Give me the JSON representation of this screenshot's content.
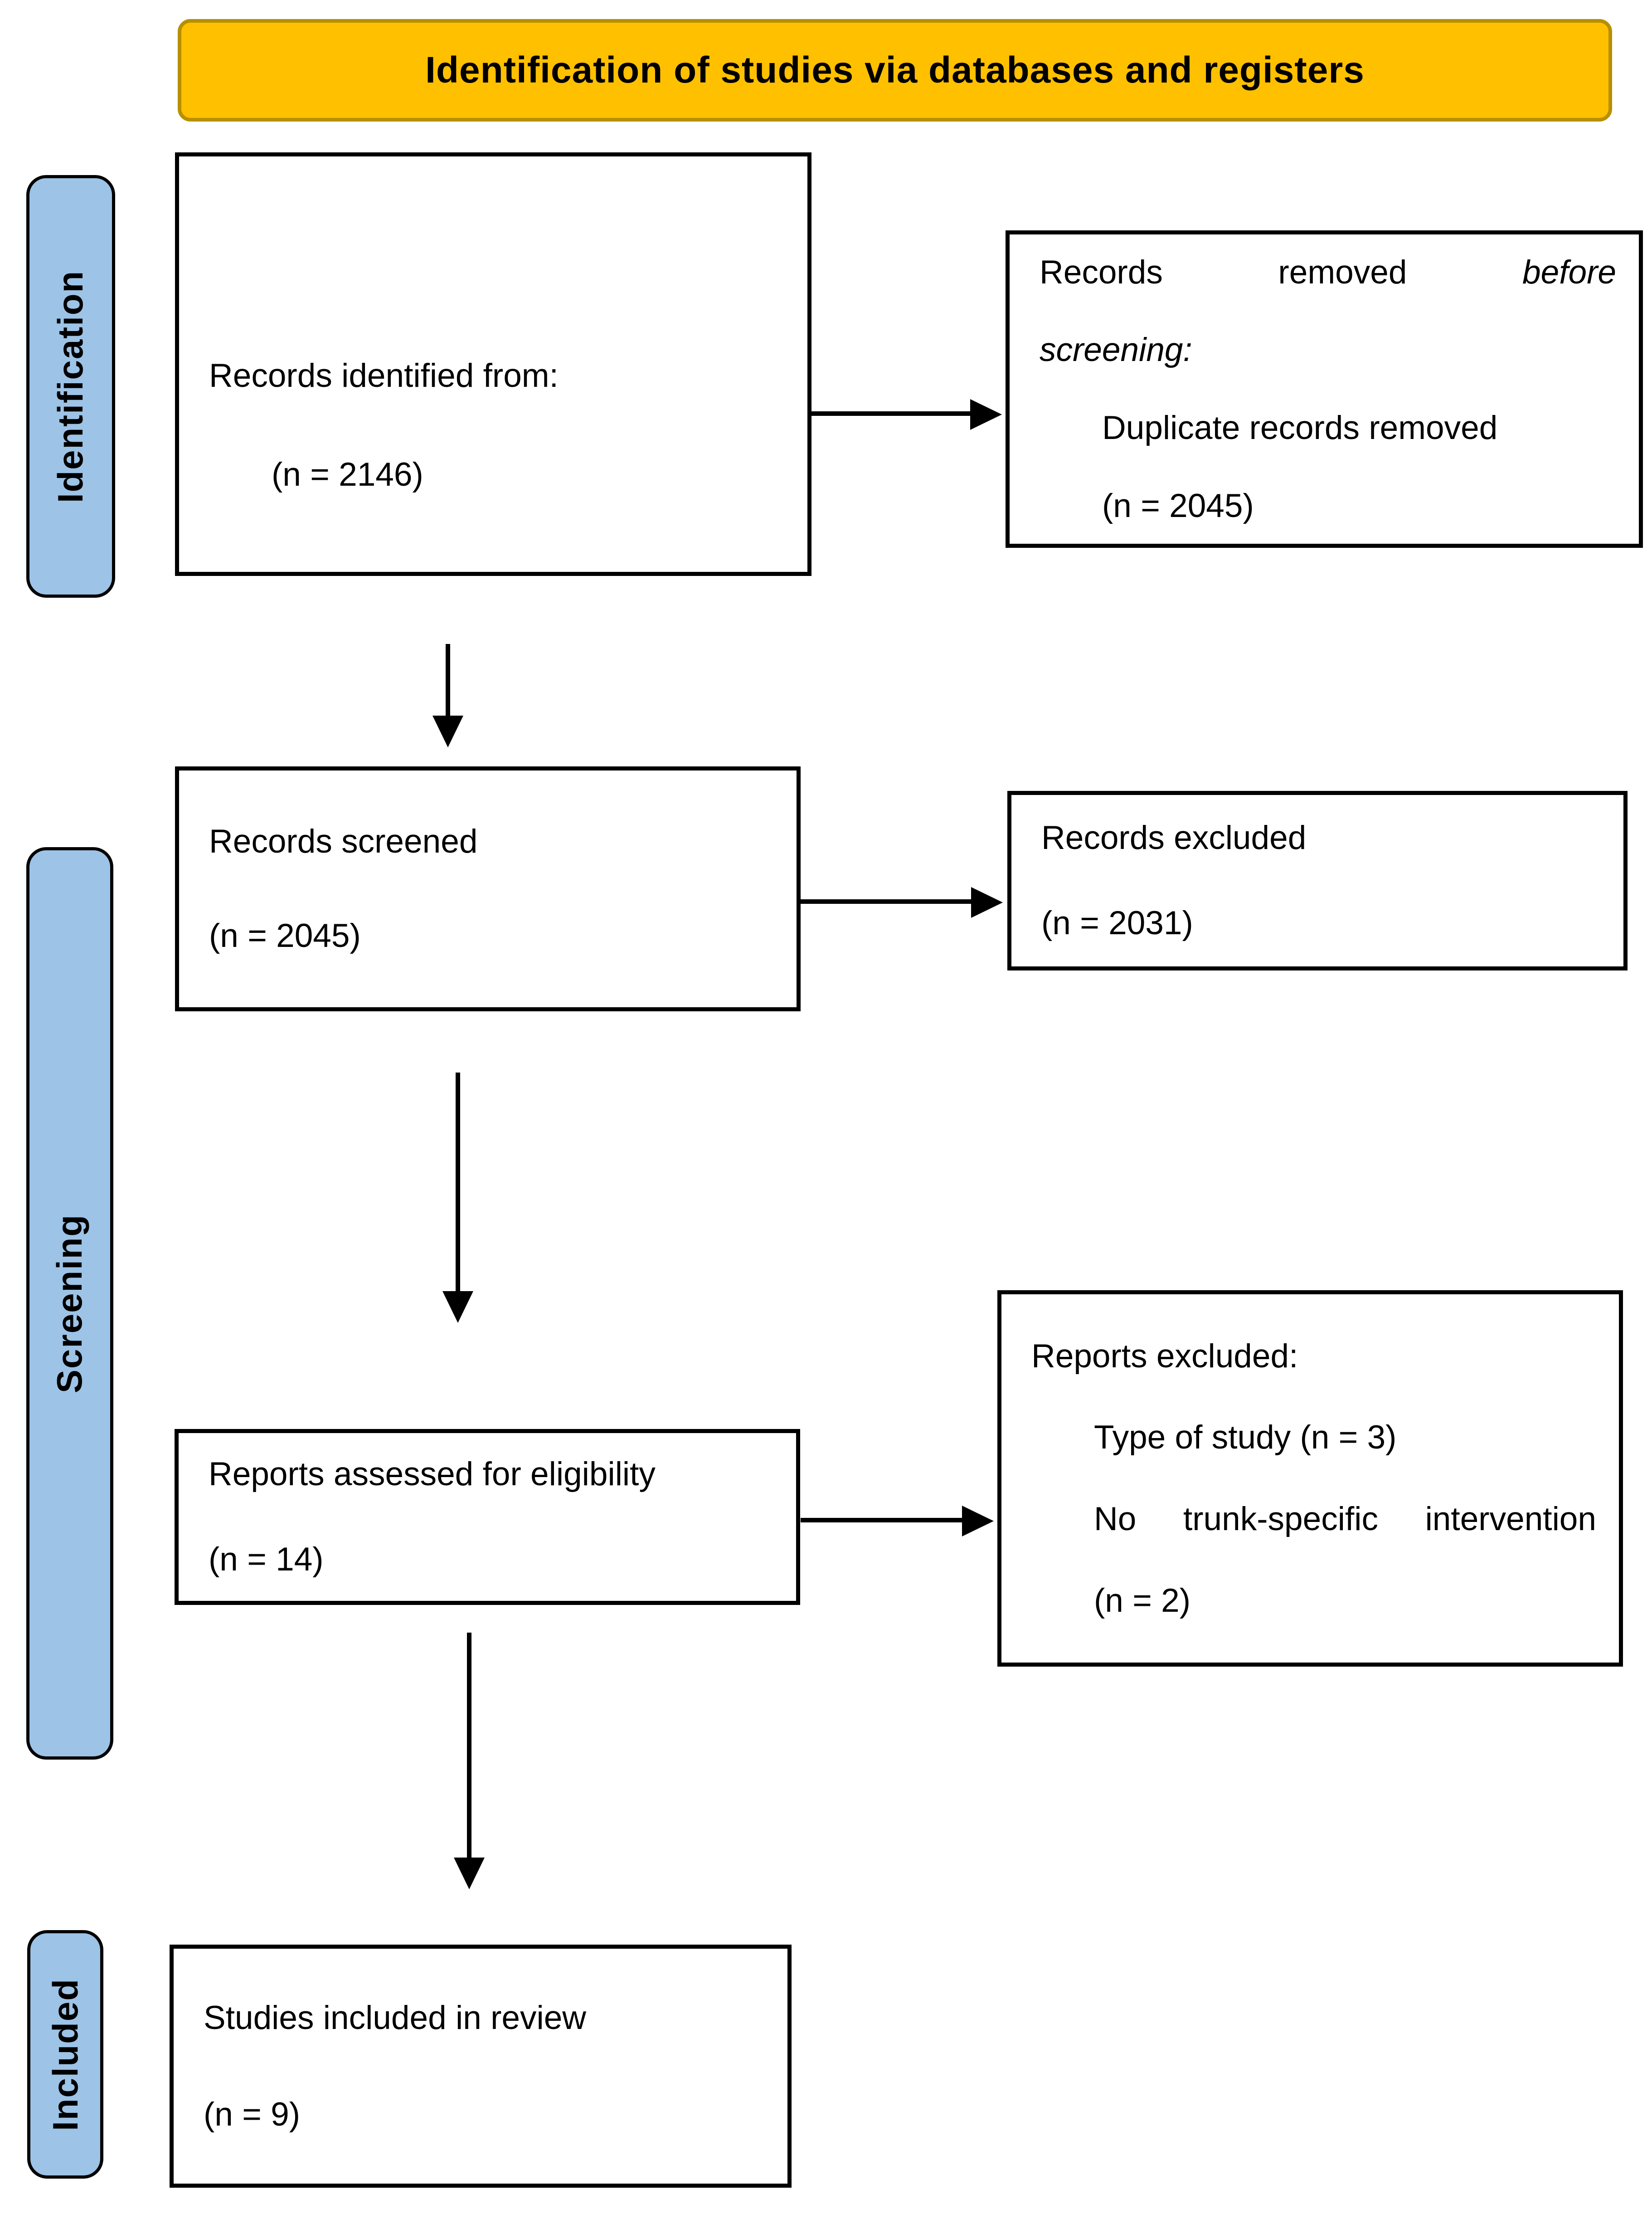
{
  "header": {
    "title": "Identification of studies via databases and registers"
  },
  "stages": {
    "identification": "Identification",
    "screening": "Screening",
    "included": "Included"
  },
  "boxes": {
    "records_identified": {
      "line1": "Records identified from:",
      "line2": "(n = 2146)"
    },
    "records_removed": {
      "word1": "Records",
      "word2": "removed",
      "word3": "before",
      "line2": "screening:",
      "line3": "Duplicate records removed",
      "line4": "(n = 2045)"
    },
    "records_screened": {
      "line1": "Records screened",
      "line2": "(n = 2045)"
    },
    "records_excluded": {
      "line1": "Records excluded",
      "line2": "(n = 2031)"
    },
    "reports_assessed": {
      "line1": "Reports assessed for eligibility",
      "line2": "(n = 14)"
    },
    "reports_excluded": {
      "line1": "Reports excluded:",
      "line2": "Type of study (n = 3)",
      "word1": "No",
      "word2": "trunk-specific",
      "word3": "intervention",
      "line4": "(n = 2)"
    },
    "studies_included": {
      "line1": "Studies included in review",
      "line2": "(n = 9)"
    }
  },
  "colors": {
    "header_fill": "#FFC000",
    "header_border": "#B78F00",
    "stage_fill": "#9DC3E6",
    "stage_border": "#000000",
    "box_border": "#000000",
    "arrow": "#000000",
    "text": "#000000"
  }
}
